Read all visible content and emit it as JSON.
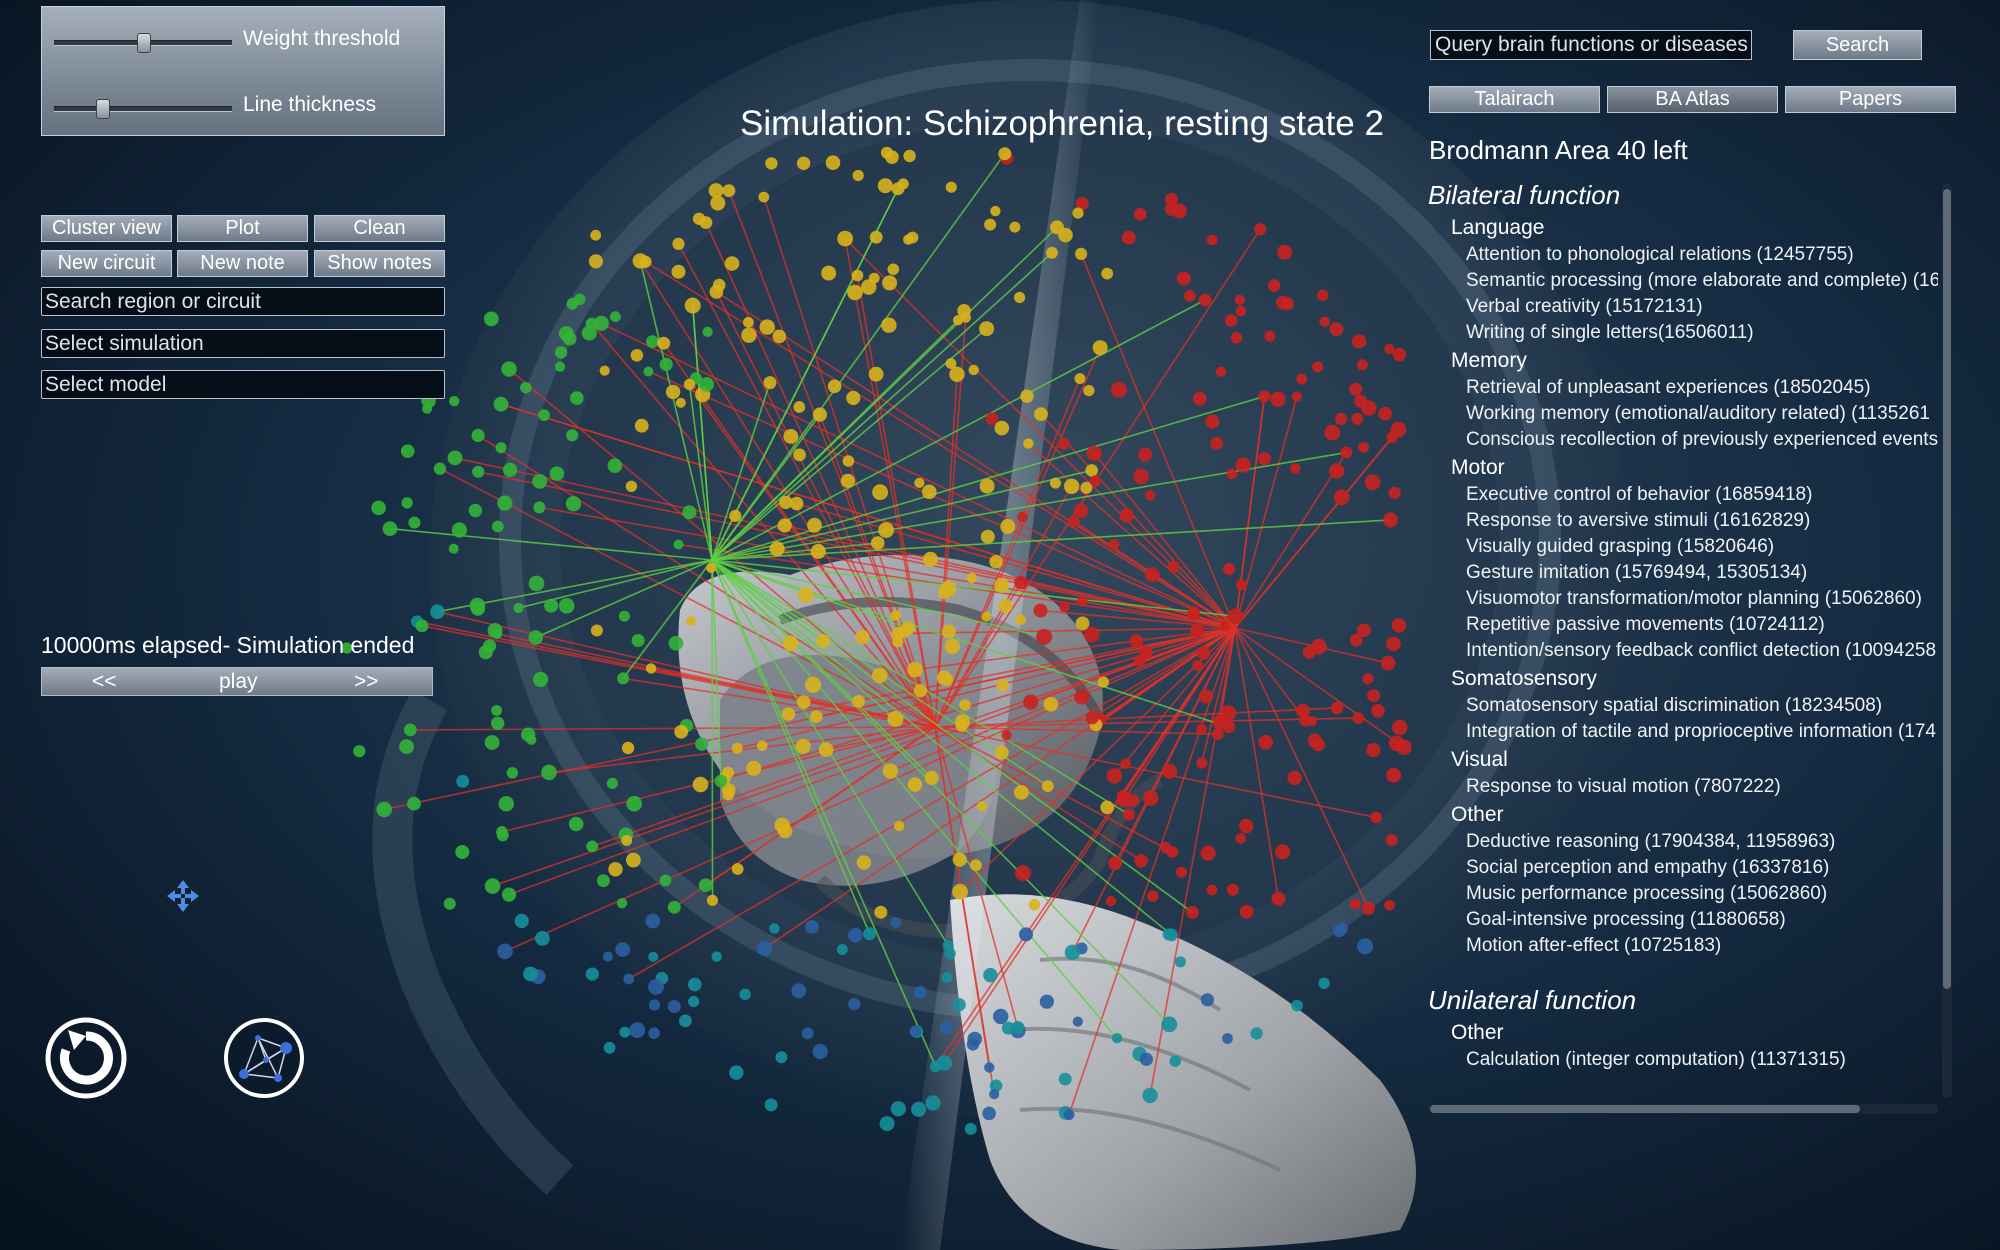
{
  "controls": {
    "weight_threshold_label": "Weight threshold",
    "weight_threshold_value": 0.5,
    "line_thickness_label": "Line thickness",
    "line_thickness_value": 0.27,
    "buttons": {
      "cluster_view": "Cluster view",
      "plot": "Plot",
      "clean": "Clean",
      "new_circuit": "New circuit",
      "new_note": "New note",
      "show_notes": "Show notes"
    },
    "search_region_placeholder": "Search region or circuit",
    "select_simulation_placeholder": "Select simulation",
    "select_model_placeholder": "Select model"
  },
  "simulation": {
    "title": "Simulation: Schizophrenia, resting state 2",
    "status": "10000ms elapsed- Simulation ended",
    "rewind_label": "<<",
    "play_label": "play",
    "forward_label": ">>"
  },
  "icons": {
    "move": "move-icon",
    "reset": "reset-view-icon",
    "network": "network-graph-icon"
  },
  "query": {
    "placeholder": "Query brain functions or diseases",
    "search_label": "Search"
  },
  "tabs": [
    "Talairach",
    "BA Atlas",
    "Papers"
  ],
  "active_tab": "BA Atlas",
  "atlas": {
    "title": "Brodmann Area 40 left",
    "sections": [
      {
        "title": "Bilateral function",
        "categories": [
          {
            "name": "Language",
            "items": [
              "Attention to phonological relations (12457755)",
              "Semantic processing (more elaborate and complete) (16",
              "Verbal creativity (15172131)",
              "Writing of single letters(16506011)"
            ]
          },
          {
            "name": "Memory",
            "items": [
              "Retrieval of unpleasant experiences (18502045)",
              "Working memory (emotional/auditory related) (1135261",
              "Conscious recollection of previously experienced events"
            ]
          },
          {
            "name": "Motor",
            "items": [
              "Executive control of behavior (16859418)",
              "Response to aversive stimuli (16162829)",
              "Visually guided grasping (15820646)",
              "Gesture imitation (15769494, 15305134)",
              "Visuomotor transformation/motor planning (15062860)",
              "Repetitive passive movements (10724112)",
              "Intention/sensory feedback conflict detection (10094258"
            ]
          },
          {
            "name": "Somatosensory",
            "items": [
              "Somatosensory spatial discrimination (18234508)",
              "Integration of tactile and proprioceptive information (174"
            ]
          },
          {
            "name": "Visual",
            "items": [
              "Response to visual motion (7807222)"
            ]
          },
          {
            "name": "Other",
            "items": [
              "Deductive reasoning (17904384, 11958963)",
              "Social perception and empathy (16337816)",
              "Music performance processing (15062860)",
              "Goal-intensive processing (11880658)",
              "Motion after-effect (10725183)"
            ]
          }
        ]
      },
      {
        "title": "Unilateral function",
        "categories": [
          {
            "name": "Other",
            "items": [
              "Calculation (integer computation) (11371315)"
            ]
          }
        ]
      }
    ]
  },
  "colors": {
    "background": "#0b1a2c",
    "connection_red": "#e0302a",
    "connection_green": "#5ed045",
    "node_green": "#33b339",
    "node_yellow": "#d8b21c",
    "node_red": "#c8221f",
    "node_teal": "#168f9a",
    "brain_surface": "#9a9ea4"
  }
}
